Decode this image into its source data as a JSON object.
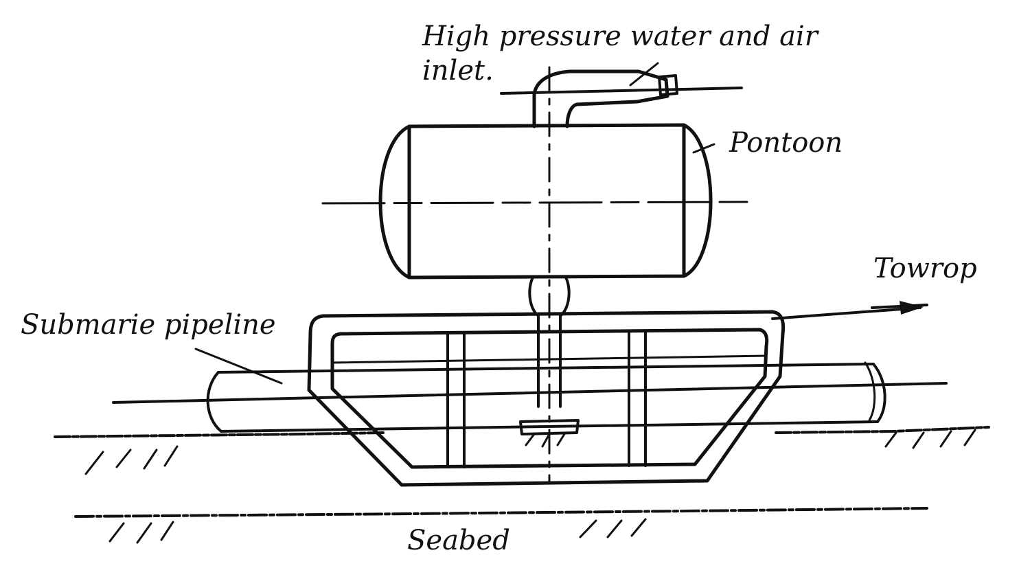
{
  "labels": {
    "inlet_line1": "High pressure water and air",
    "inlet_line2": "inlet.",
    "pontoon": "Pontoon",
    "towrope": "Towrop",
    "pipeline": "Submarie pipeline",
    "seabed": "Seabed"
  },
  "colors": {
    "ink": "#111111",
    "background": "#ffffff"
  }
}
